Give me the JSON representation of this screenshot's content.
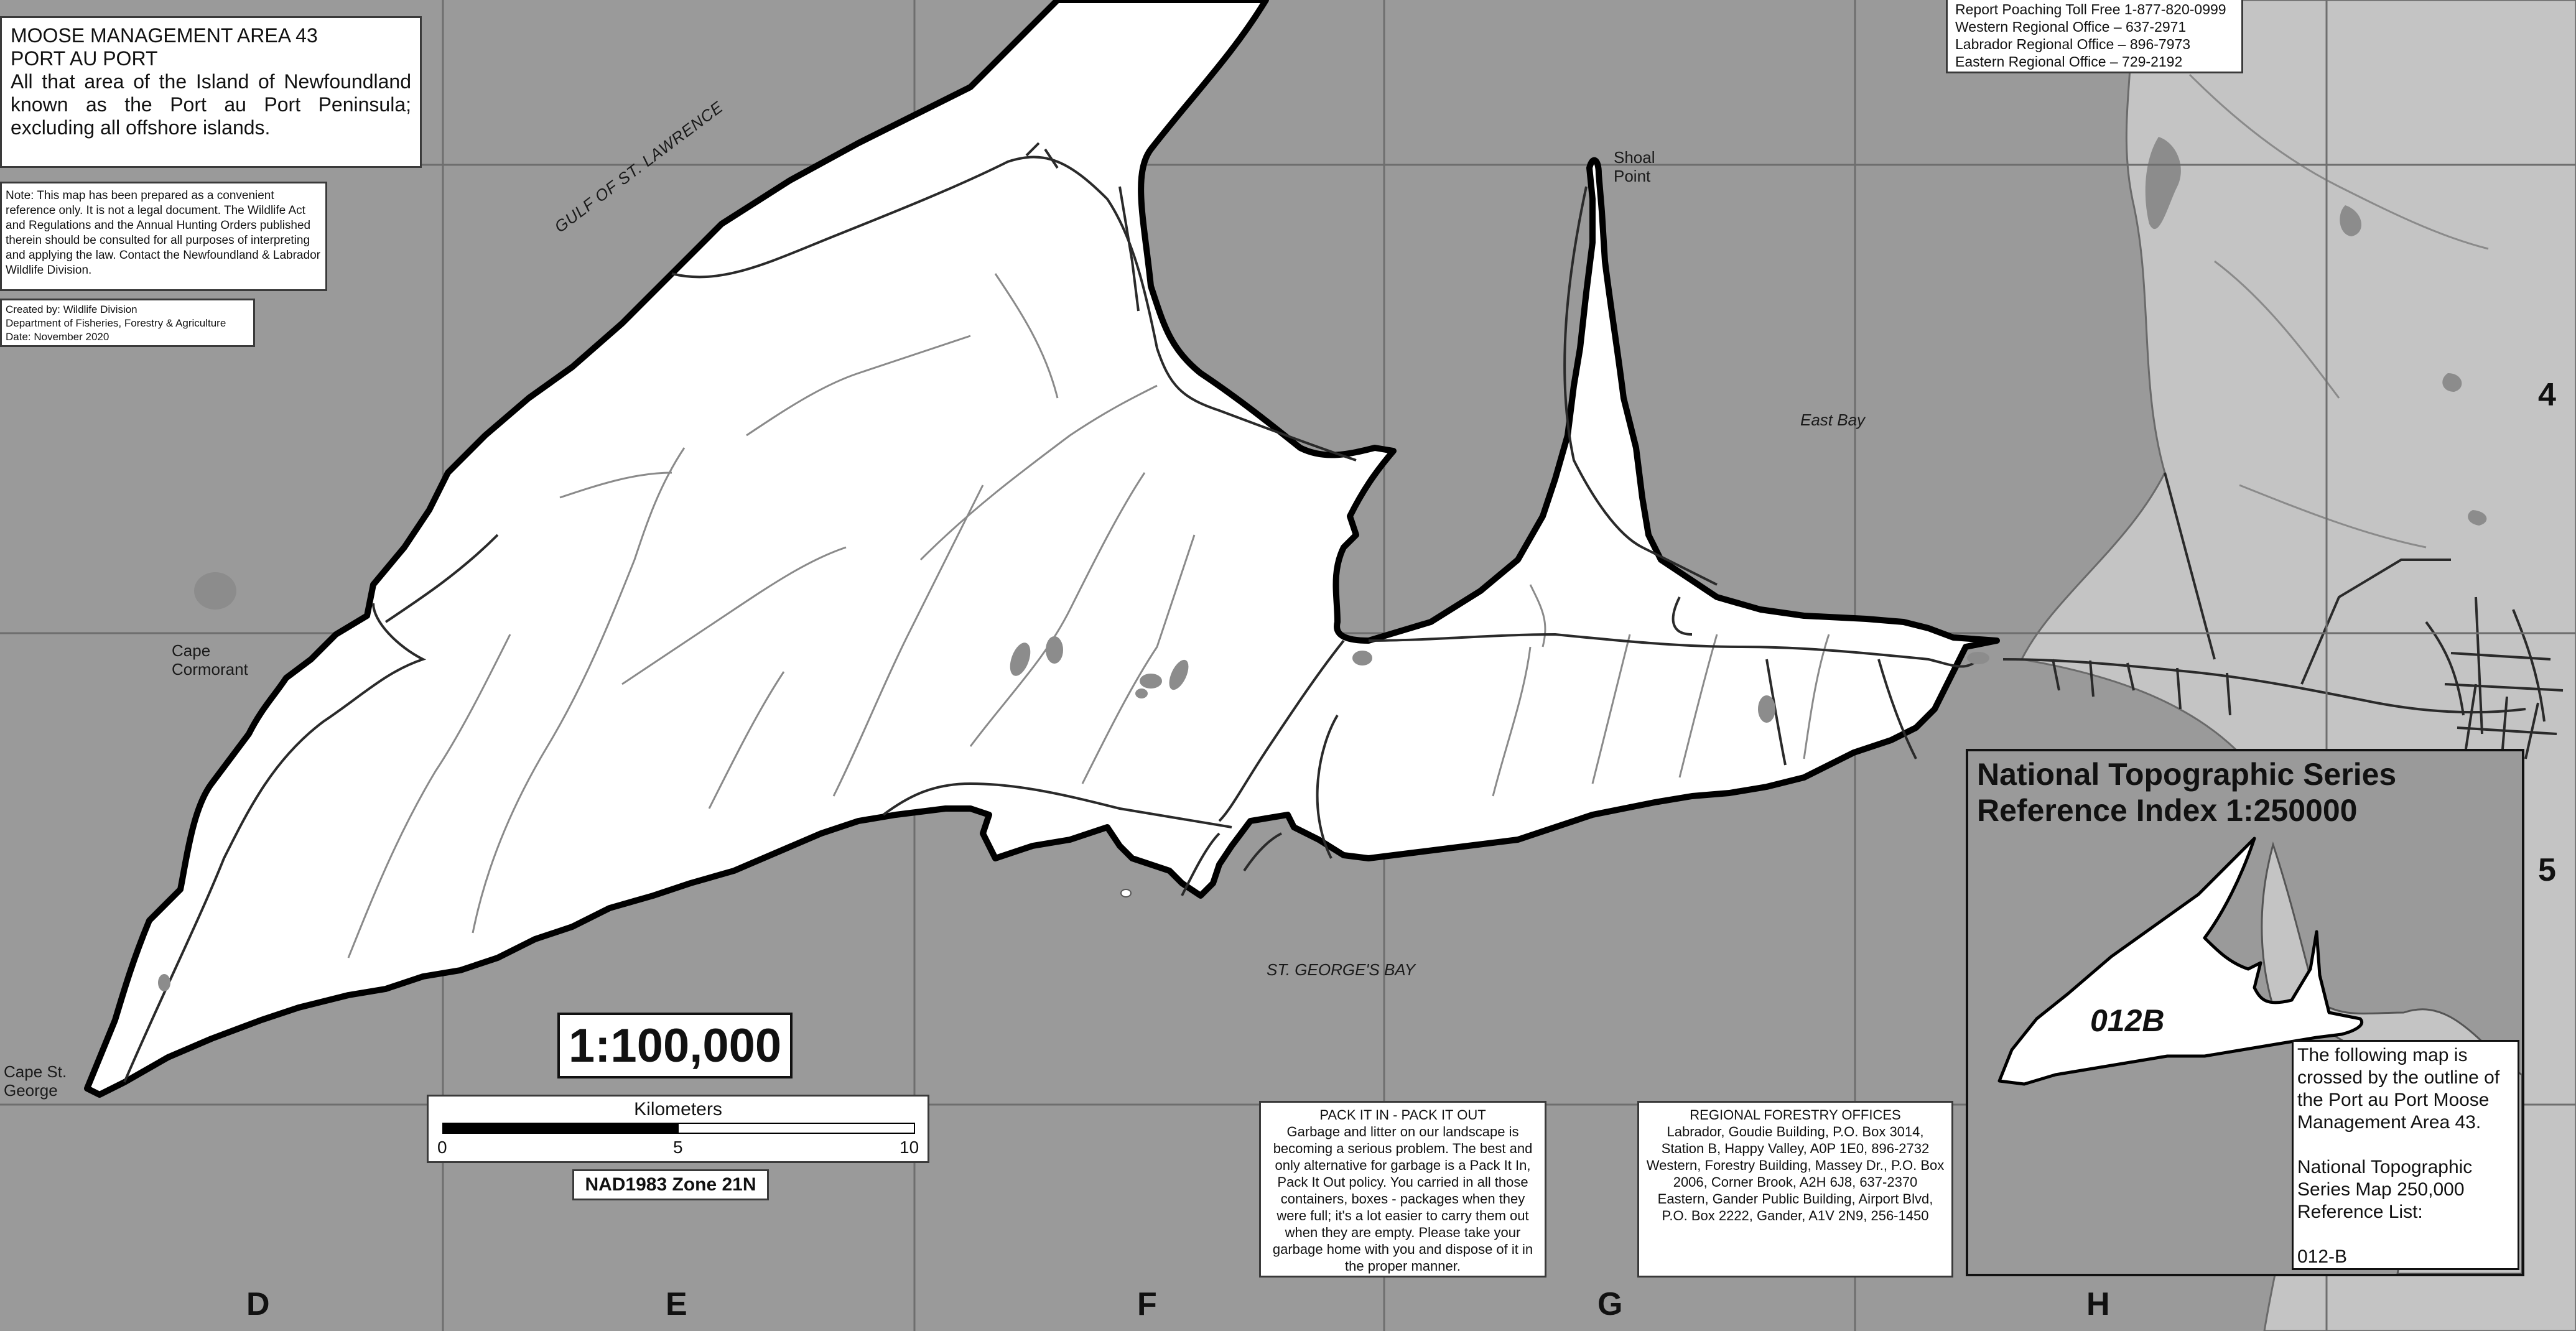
{
  "title_block": {
    "line1": "MOOSE MANAGEMENT AREA 43",
    "line2": "PORT AU PORT",
    "description": "All that area of the Island of Newfoundland known as the Port au Port Peninsula; excluding all offshore islands."
  },
  "note": "Note: This map has been prepared as a convenient reference only. It is not a legal document. The Wildlife Act and Regulations and the Annual Hunting Orders published therein should be consulted for all purposes of interpreting and applying the law. Contact the Newfoundland & Labrador Wildlife Division.",
  "credits": {
    "created_by": "Created by: Wildlife Division",
    "department": "Department of Fisheries, Forestry & Agriculture",
    "date": "Date: November 2020"
  },
  "poaching": {
    "toll_free": "Report Poaching Toll Free 1-877-820-0999",
    "western": "Western Regional Office – 637-2971",
    "labrador": "Labrador Regional Office – 896-7973",
    "eastern": "Eastern Regional Office – 729-2192"
  },
  "place_labels": {
    "gulf": "GULF OF ST. LAWRENCE",
    "shoal_point_1": "Shoal",
    "shoal_point_2": "Point",
    "east_bay": "East Bay",
    "cape_cormorant_1": "Cape",
    "cape_cormorant_2": "Cormorant",
    "cape_st_george_1": "Cape St.",
    "cape_st_george_2": "George",
    "st_georges_bay": "ST. GEORGE'S BAY"
  },
  "scale": {
    "ratio": "1:100,000",
    "units": "Kilometers",
    "ticks": [
      "0",
      "5",
      "10"
    ],
    "projection": "NAD1983 Zone 21N"
  },
  "pack_it_in": {
    "heading": "PACK IT IN - PACK IT OUT",
    "body": "Garbage and litter on our landscape is becoming a serious problem. The best and only alternative for garbage is a Pack It In, Pack It Out policy. You carried in all those containers, boxes - packages when they were full; it's a lot easier to carry them out when they are empty. Please take your garbage home with you and dispose of it in the proper manner."
  },
  "forestry": {
    "heading": "REGIONAL FORESTRY OFFICES",
    "labrador": "Labrador, Goudie Building, P.O. Box 3014, Station B, Happy Valley, A0P 1E0, 896-2732",
    "western": "Western, Forestry Building, Massey Dr., P.O. Box 2006, Corner Brook, A2H 6J8, 637-2370",
    "eastern": "Eastern, Gander Public Building, Airport Blvd, P.O. Box 2222, Gander, A1V 2N9, 256-1450"
  },
  "nts_index": {
    "title_line1": "National Topographic Series",
    "title_line2": "Reference Index 1:250000",
    "sheet_label": "012B",
    "info1": "The following map is crossed by the outline of the Port au Port Moose Management Area 43.",
    "info2": "National Topographic Series Map 250,000 Reference List:",
    "info3": "012-B"
  },
  "grid": {
    "columns": [
      "D",
      "E",
      "F",
      "G",
      "H"
    ],
    "rows": [
      "4",
      "5"
    ]
  },
  "colors": {
    "water": "#9a9a9a",
    "land_outside": "#c4c4c4",
    "land_area": "#ffffff",
    "boundary": "#000000",
    "roads": "#2a2a2a",
    "streams": "#8a8a8a",
    "ponds": "#8c8c8c",
    "grid_lines": "#6e6e6e"
  }
}
